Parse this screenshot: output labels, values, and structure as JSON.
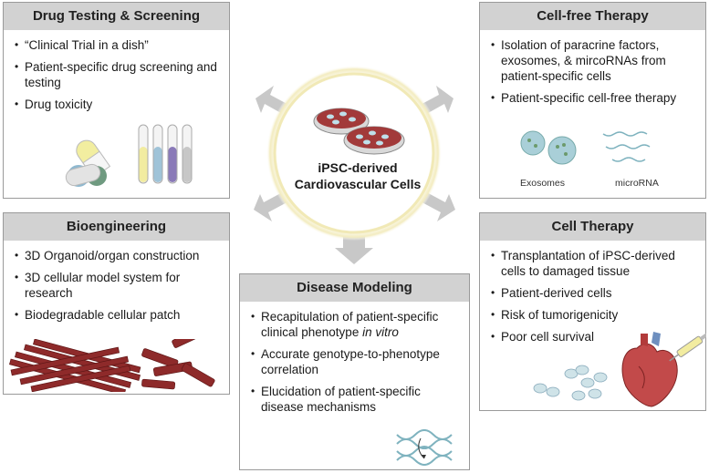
{
  "center": {
    "line1": "iPSC-derived",
    "line2": "Cardiovascular Cells"
  },
  "panels": {
    "drug": {
      "title": "Drug Testing & Screening",
      "items": [
        "“Clinical Trial in a dish”",
        "Patient-specific drug screening and testing",
        "Drug toxicity"
      ]
    },
    "cellfree": {
      "title": "Cell-free Therapy",
      "items": [
        "Isolation of paracrine factors, exosomes, & mircoRNAs from patient-specific cells",
        "Patient-specific cell-free therapy"
      ],
      "caption_exosomes": "Exosomes",
      "caption_microrna": "microRNA"
    },
    "bio": {
      "title": "Bioengineering",
      "items": [
        "3D Organoid/organ construction",
        "3D cellular model system for research",
        "Biodegradable cellular patch"
      ]
    },
    "celltherapy": {
      "title": "Cell Therapy",
      "items": [
        "Transplantation of iPSC-derived cells to damaged tissue",
        "Patient-derived cells",
        "Risk of tumorigenicity",
        "Poor cell survival"
      ]
    },
    "disease": {
      "title": "Disease Modeling",
      "items": [
        "Accurate genotype-to-phenotype correlation",
        "Elucidation of patient-specific disease mechanisms"
      ],
      "item1_main": "Recapitulation of patient-specific clinical phenotype ",
      "item1_italic": "in vitro"
    }
  },
  "colors": {
    "header": "#d2d2d2",
    "arrow": "#c8c8c8",
    "center_glow": "#f3ecc0",
    "petri": "#a23a3a",
    "cardio_tissue": "#8e2a2a"
  }
}
